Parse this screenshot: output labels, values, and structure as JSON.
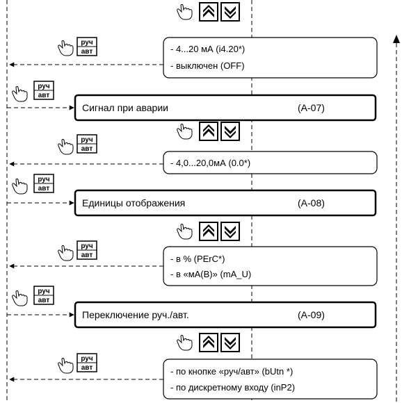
{
  "keys": {
    "mode_top": "руч",
    "mode_bottom": "авт"
  },
  "blocks": [
    {
      "options": [
        "- 4...20 мА (i4.20*)",
        "- выключен (OFF)"
      ],
      "param": {
        "label": "Сигнал  при  аварии",
        "code": "(А-07)"
      }
    },
    {
      "options": [
        "- 4,0...20,0мА  (0.0*)"
      ],
      "param": {
        "label": "Единицы отображения",
        "code": "(А-08)"
      }
    },
    {
      "options": [
        "- в % (PErC*)",
        "- в «мА(В)» (mA_U)"
      ],
      "param": {
        "label": "Переключение   руч./авт.",
        "code": "(А-09)"
      }
    },
    {
      "options": [
        "- по кнопке  «руч/авт» (bUtn *)",
        "- по дискретному    входу (inP2)"
      ]
    }
  ],
  "colors": {
    "line": "#000000",
    "background": "#ffffff"
  },
  "icons": [
    "hand-pointer-icon",
    "arrow-up-key-icon",
    "arrow-down-key-icon",
    "mode-key-icon"
  ]
}
